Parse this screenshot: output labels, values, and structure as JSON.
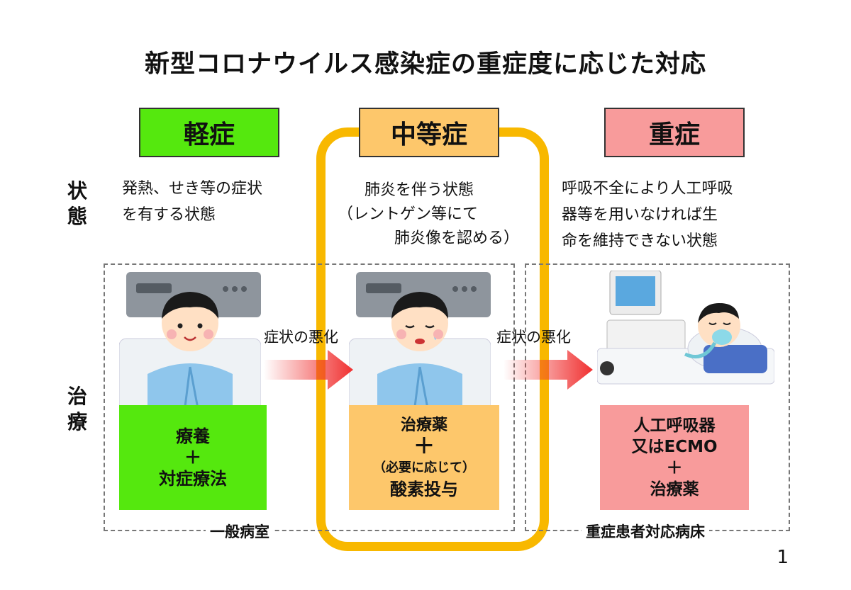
{
  "title": "新型コロナウイルス感染症の重症度に応じた対応",
  "severity": {
    "mild": "軽症",
    "moderate": "中等症",
    "severe": "重症"
  },
  "side_labels": {
    "state": [
      "状",
      "態"
    ],
    "treatment": [
      "治",
      "療"
    ]
  },
  "states": {
    "mild": [
      "発熱、せき等の症状",
      "を有する状態"
    ],
    "moderate": [
      "肺炎を伴う状態",
      "（レントゲン等にて",
      "肺炎像を認める）"
    ],
    "severe": [
      "呼吸不全により人工呼吸",
      "器等を用いなければ生",
      "命を維持できない状態"
    ]
  },
  "arrows": {
    "first": "症状の悪化",
    "second": "症状の悪化"
  },
  "treatments": {
    "mild": [
      "療養",
      "＋",
      "対症療法"
    ],
    "moderate": [
      "治療薬",
      "＋",
      "（必要に応じて）",
      "酸素投与"
    ],
    "severe": [
      "人工呼吸器",
      "又はECMO",
      "＋",
      "治療薬"
    ]
  },
  "zones": {
    "general_ward": "一般病室",
    "severe_ward": "重症患者対応病床"
  },
  "page_number": "1",
  "colors": {
    "mild": "#55e80e",
    "moderate": "#fdc76b",
    "severe": "#f89b9b",
    "highlight_frame": "#f8b800",
    "arrow": "#f03030"
  }
}
